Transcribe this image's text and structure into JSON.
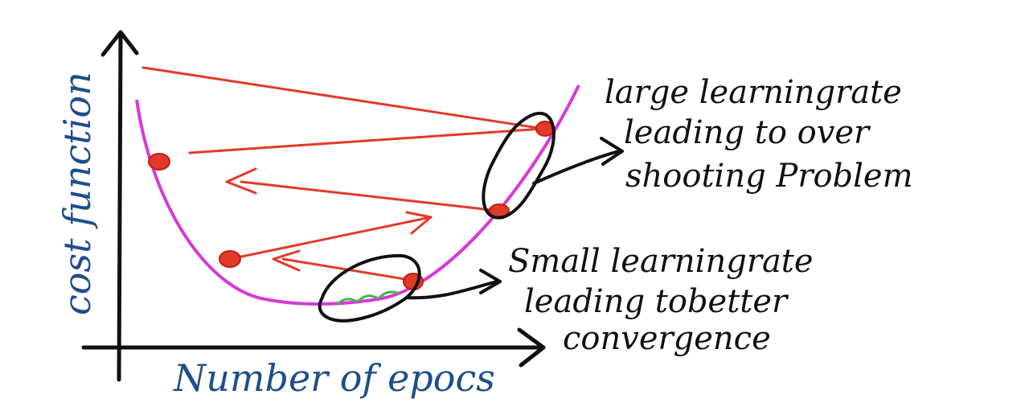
{
  "axes": {
    "y_label": "cost function",
    "x_label": "Number of epocs"
  },
  "annotations": {
    "large_lr": [
      "large learningrate",
      "leading to over",
      "shooting Problem"
    ],
    "small_lr": [
      "Small learningrate",
      "leading tobetter",
      "convergence"
    ]
  },
  "colors": {
    "axis": "#111111",
    "curve": "#d63ad6",
    "steps": "#e23a2a",
    "small_steps": "#3cb84a",
    "ink": "#111111",
    "label": "#1f4e8a"
  }
}
